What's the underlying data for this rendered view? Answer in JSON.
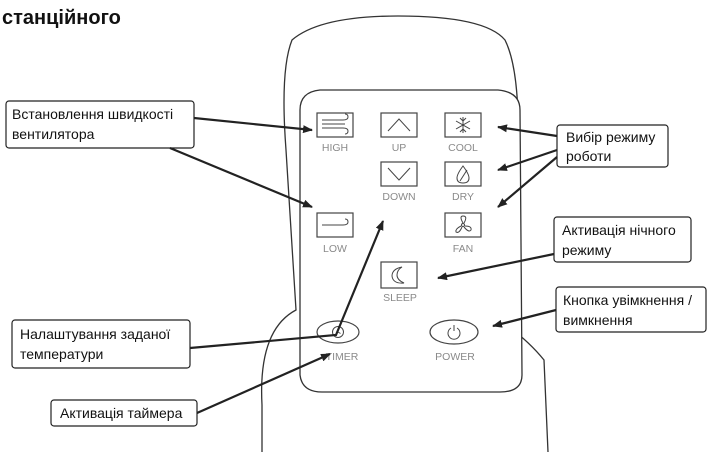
{
  "title": "станційного",
  "buttons": {
    "high": "HIGH",
    "up": "UP",
    "cool": "COOL",
    "down": "DOWN",
    "dry": "DRY",
    "low": "LOW",
    "fan": "FAN",
    "sleep": "SLEEP",
    "timer": "TIMER",
    "power": "POWER"
  },
  "callouts": {
    "fan_speed": [
      "Встановлення швидкості",
      "вентилятора"
    ],
    "mode": [
      "Вибір режиму",
      "роботи"
    ],
    "night": [
      "Активація нічного",
      "режиму"
    ],
    "onoff": [
      "Кнопка увімкнення /",
      "вимкнення"
    ],
    "temperature": [
      "Налаштування заданої",
      "температури"
    ],
    "timer": [
      "Активація таймера"
    ]
  },
  "icons": {
    "high": "wind-lines-icon",
    "up": "chevron-up-icon",
    "cool": "snowflake-icon",
    "down": "chevron-down-icon",
    "dry": "droplet-icon",
    "low": "wind-line-icon",
    "fan": "fan-icon",
    "sleep": "crescent-moon-icon",
    "timer": "clock-icon",
    "power": "power-icon"
  }
}
